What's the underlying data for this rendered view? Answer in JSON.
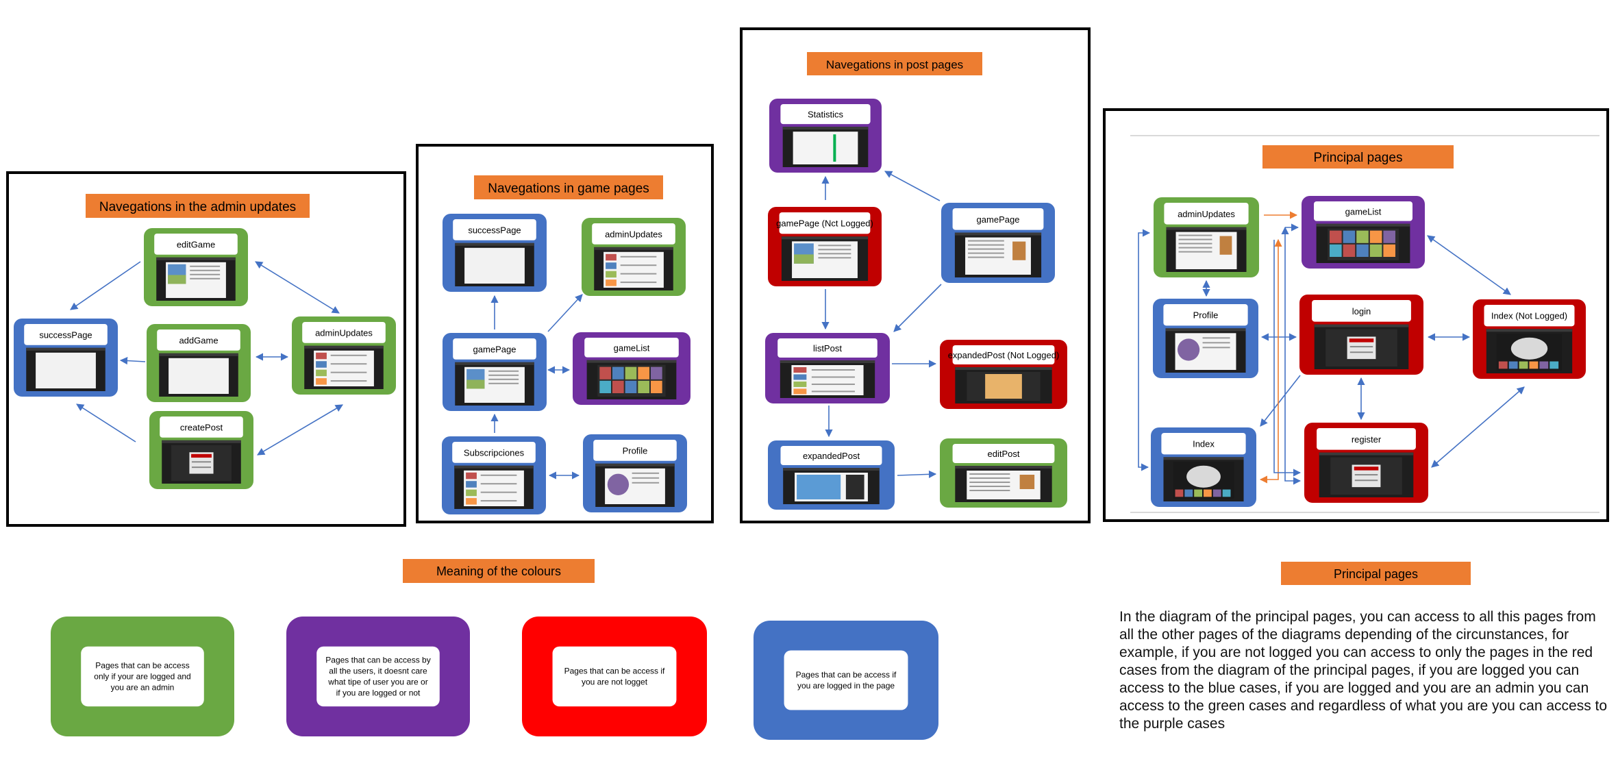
{
  "colors": {
    "green": "#6aa843",
    "purple": "#7030a0",
    "red": "#c00000",
    "legend_red": "#ff0000",
    "blue": "#4472c4",
    "orange": "#ed7d31",
    "arrow_blue": "#4472c4",
    "arrow_orange": "#ed7d31"
  },
  "panels": [
    {
      "id": "admin",
      "title": "Navegations in the admin updates",
      "nodes": [
        {
          "id": "editGame",
          "label": "editGame",
          "color": "green",
          "thumb": "game"
        },
        {
          "id": "successPage",
          "label": "successPage",
          "color": "blue",
          "thumb": "blank"
        },
        {
          "id": "addGame",
          "label": "addGame",
          "color": "green",
          "thumb": "blank"
        },
        {
          "id": "adminUpdates",
          "label": "adminUpdates",
          "color": "green",
          "thumb": "list"
        },
        {
          "id": "createPost",
          "label": "createPost",
          "color": "green",
          "thumb": "form"
        }
      ]
    },
    {
      "id": "game",
      "title": "Navegations in game pages",
      "nodes": [
        {
          "id": "successPage",
          "label": "successPage",
          "color": "blue",
          "thumb": "blank"
        },
        {
          "id": "adminUpdates",
          "label": "adminUpdates",
          "color": "green",
          "thumb": "list"
        },
        {
          "id": "gamePage",
          "label": "gamePage",
          "color": "blue",
          "thumb": "game"
        },
        {
          "id": "gameList",
          "label": "gameList",
          "color": "purple",
          "thumb": "grid"
        },
        {
          "id": "Subscripciones",
          "label": "Subscripciones",
          "color": "blue",
          "thumb": "list"
        },
        {
          "id": "Profile",
          "label": "Profile",
          "color": "blue",
          "thumb": "profile"
        }
      ]
    },
    {
      "id": "post",
      "title": "Navegations in post pages",
      "nodes": [
        {
          "id": "Statistics",
          "label": "Statistics",
          "color": "purple",
          "thumb": "stats"
        },
        {
          "id": "gamePageNL",
          "label": "gamePage (Nct Logged)",
          "color": "red",
          "thumb": "game"
        },
        {
          "id": "gamePage",
          "label": "gamePage",
          "color": "blue",
          "thumb": "text"
        },
        {
          "id": "listPost",
          "label": "listPost",
          "color": "purple",
          "thumb": "list"
        },
        {
          "id": "expandedPostNL",
          "label": "expandedPost (Not Logged)",
          "color": "red",
          "thumb": "post"
        },
        {
          "id": "expandedPost",
          "label": "expandedPost",
          "color": "blue",
          "thumb": "banner"
        },
        {
          "id": "editPost",
          "label": "editPost",
          "color": "green",
          "thumb": "text"
        }
      ]
    },
    {
      "id": "principal",
      "title": "Principal pages",
      "nodes": [
        {
          "id": "adminUpdates",
          "label": "adminUpdates",
          "color": "green",
          "thumb": "text"
        },
        {
          "id": "gameList",
          "label": "gameList",
          "color": "purple",
          "thumb": "grid"
        },
        {
          "id": "Profile",
          "label": "Profile",
          "color": "blue",
          "thumb": "profile"
        },
        {
          "id": "login",
          "label": "login",
          "color": "red",
          "thumb": "form"
        },
        {
          "id": "IndexNL",
          "label": "Index (Not Logged)",
          "color": "red",
          "thumb": "hero"
        },
        {
          "id": "Index",
          "label": "Index",
          "color": "blue",
          "thumb": "hero"
        },
        {
          "id": "register",
          "label": "register",
          "color": "red",
          "thumb": "form"
        }
      ]
    }
  ],
  "legend": {
    "title": "Meaning of the colours",
    "items": [
      {
        "color": "green",
        "lines": [
          "Pages that can be access",
          "only if your are logged and",
          "you are an admin"
        ]
      },
      {
        "color": "purple",
        "lines": [
          "Pages that can be access by",
          "all the users, it doesnt care",
          "what tipe of user you are or",
          "if you are logged or not"
        ]
      },
      {
        "color": "legend_red",
        "lines": [
          "Pages that can be access if",
          "you are not logget"
        ]
      },
      {
        "color": "blue",
        "lines": [
          "Pages that can be access if",
          "you are logged in the page"
        ]
      }
    ]
  },
  "principal_note": {
    "title": "Principal pages",
    "text": "In the diagram of the principal pages, you can access to all this pages from all the other pages of the diagrams depending of the circunstances, for example, if you are not logged you can access to only the pages in the red cases from the diagram of the principal pages, if you are logged you can access to the blue cases, if you are logged and you are an admin you can access to the green cases and regardless of what you are you can access to the purple cases"
  }
}
